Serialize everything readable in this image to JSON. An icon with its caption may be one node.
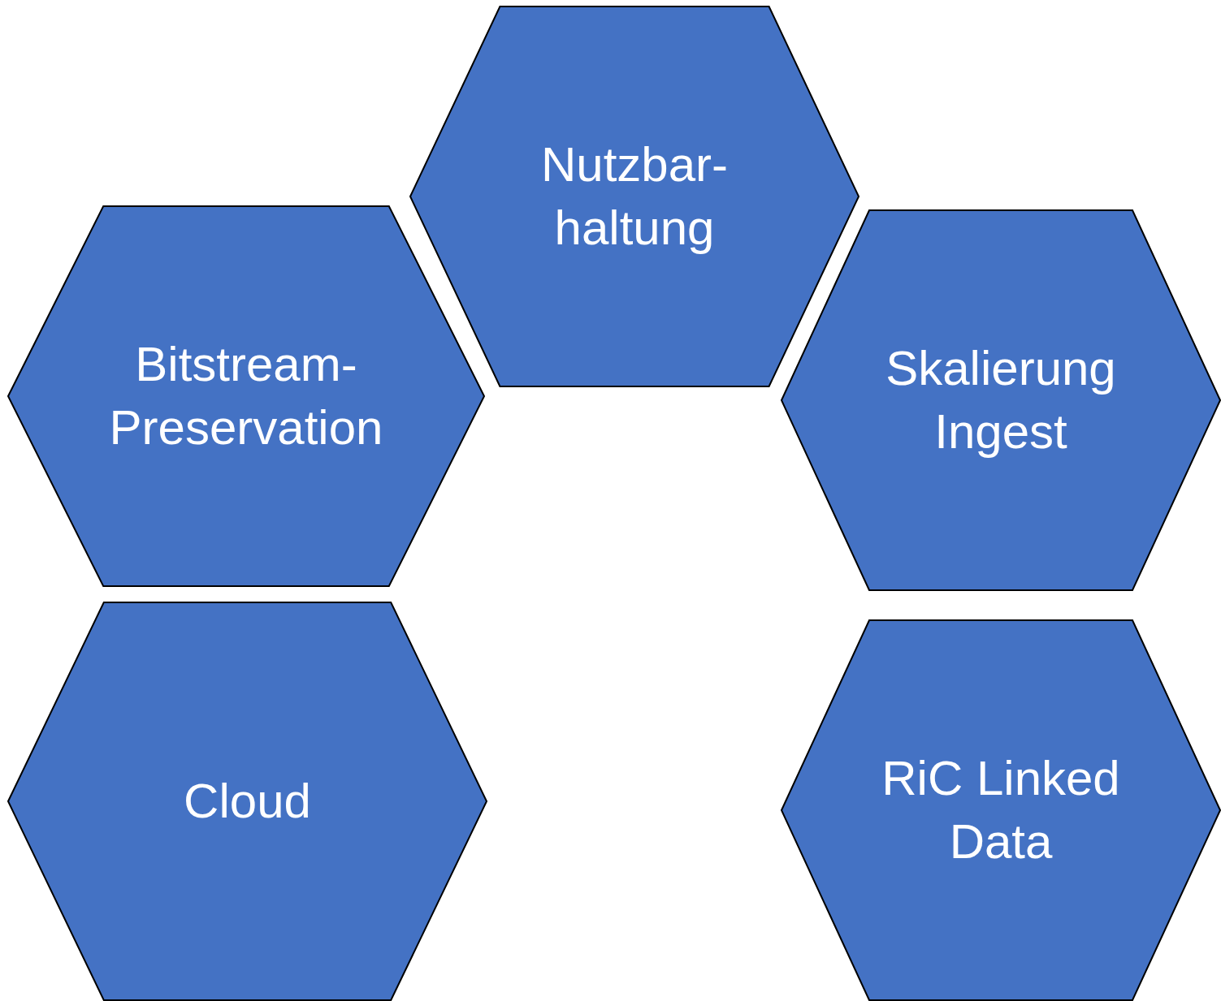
{
  "diagram": {
    "nodes": [
      {
        "text": [
          "Nutzbar- haltung"
        ]
      },
      {
        "text": [
          "Bitstream- Preservation"
        ]
      },
      {
        "text": [
          "Skalierung Ingest"
        ]
      },
      {
        "text": [
          "Cloud"
        ]
      },
      {
        "text": [
          "RiC Linked Data"
        ]
      }
    ]
  }
}
